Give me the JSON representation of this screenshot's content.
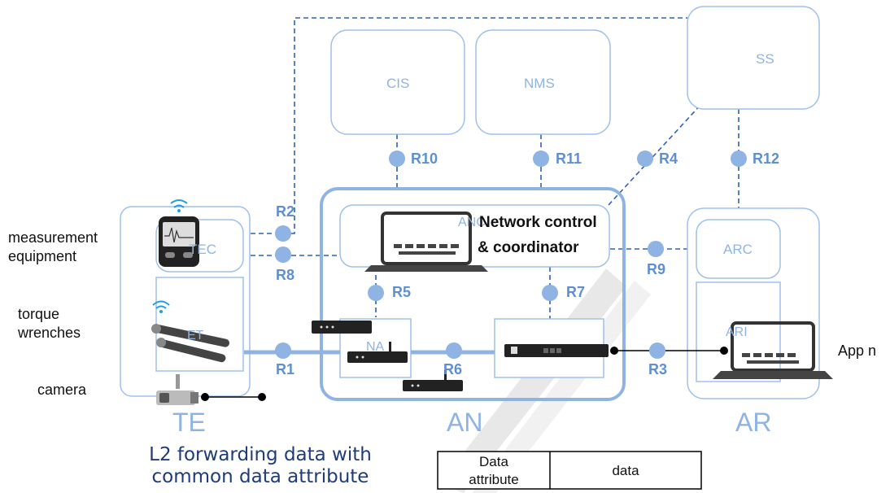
{
  "nodes": {
    "cis": "CIS",
    "nms": "NMS",
    "ss": "SS",
    "tec": "TEC",
    "te_inner": "ET",
    "te": "TE",
    "an": "AN",
    "ar": "AR",
    "anc": "ANC",
    "arc": "ARC",
    "ari": "ARI",
    "na": "NA",
    "network_control": "Network control",
    "coordinator": "& coordinator"
  },
  "interfaces": {
    "r1": "R1",
    "r2": "R2",
    "r3": "R3",
    "r4": "R4",
    "r5": "R5",
    "r6": "R6",
    "r7": "R7",
    "r8": "R8",
    "r9": "R9",
    "r10": "R10",
    "r11": "R11",
    "r12": "R12"
  },
  "devices": {
    "measurement_line1": "measurement",
    "measurement_line2": "equipment",
    "torque_line1": "torque",
    "torque_line2": "wrenches",
    "camera": "camera",
    "app": "App n"
  },
  "caption": {
    "line1": "L2 forwarding data with",
    "line2": "common data attribute"
  },
  "frame": {
    "col1_line1": "Data",
    "col1_line2": "attribute",
    "col2": "data"
  },
  "colors": {
    "box_border": "#9fc0ec",
    "dot": "#8fb4e3",
    "dash": "#2f62b5",
    "link": "#8fb4e3",
    "device": "#555555"
  }
}
